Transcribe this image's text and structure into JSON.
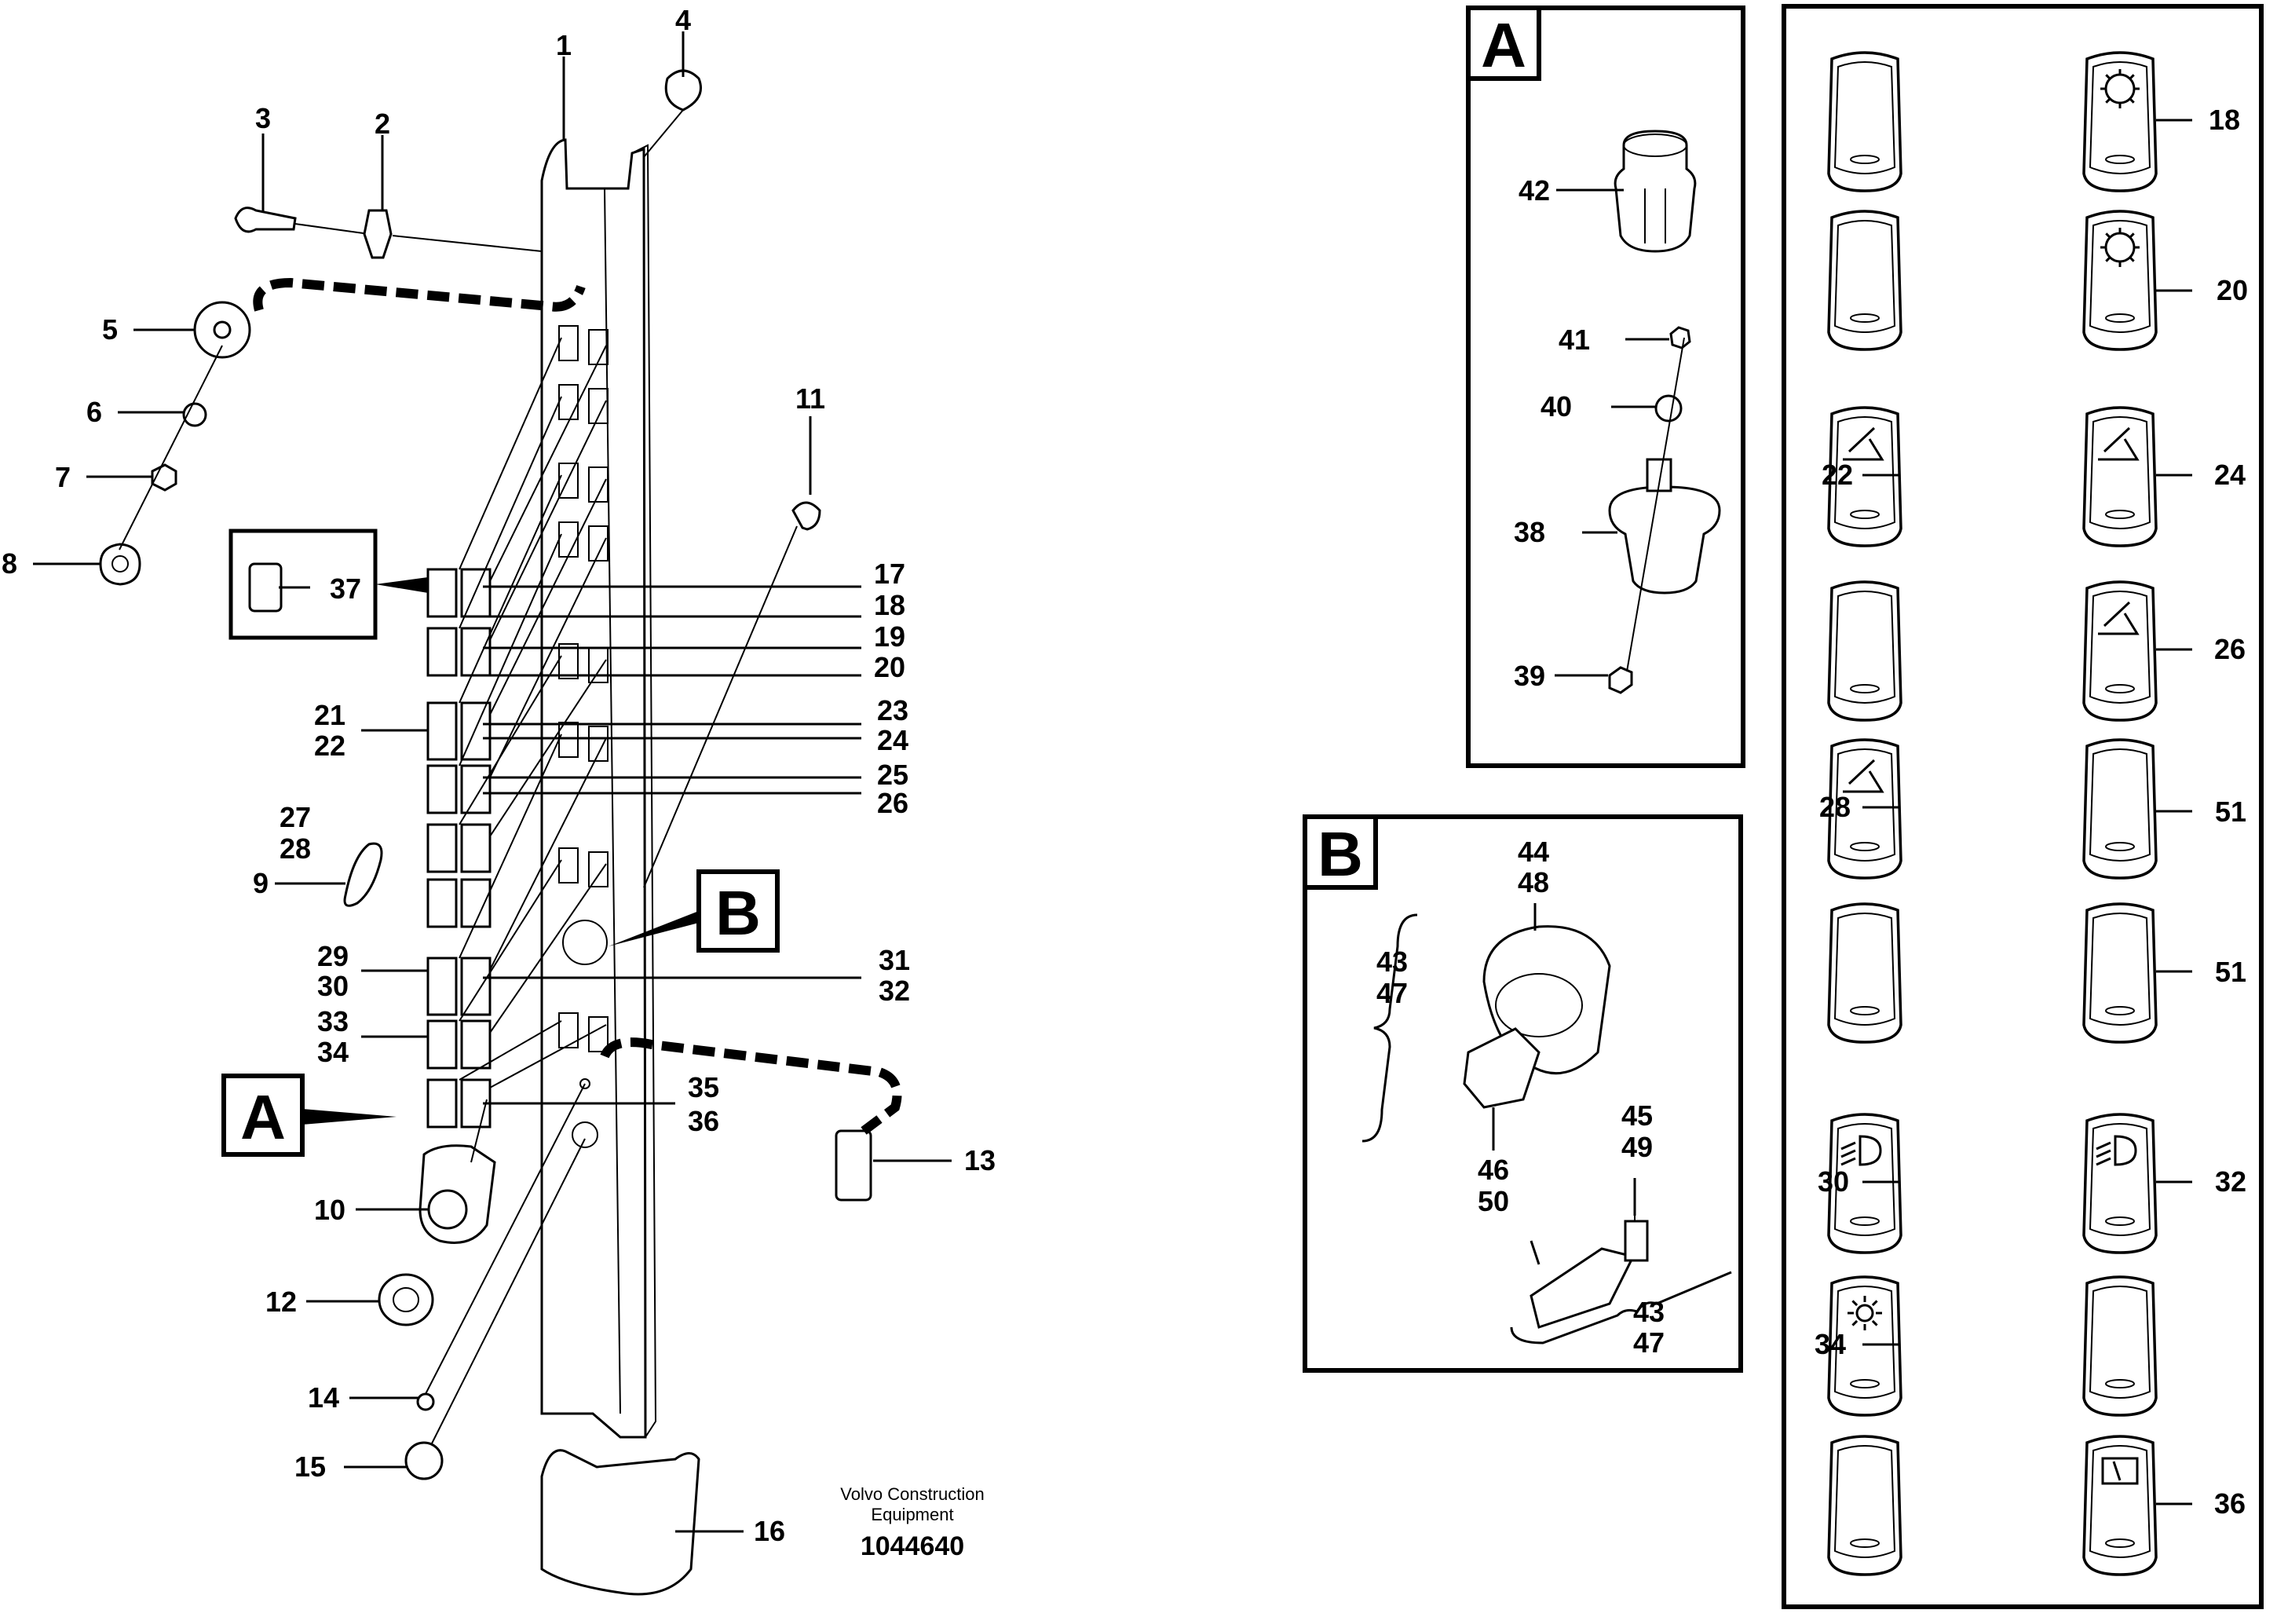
{
  "diagram": {
    "labels": [
      "1",
      "2",
      "3",
      "4",
      "5",
      "6",
      "7",
      "8",
      "9",
      "10",
      "11",
      "12",
      "13",
      "14",
      "15",
      "16",
      "17",
      "18",
      "19",
      "20",
      "21",
      "22",
      "23",
      "24",
      "25",
      "26",
      "27",
      "28",
      "29",
      "30",
      "31",
      "32",
      "33",
      "34",
      "35",
      "36",
      "37"
    ],
    "box_a": {
      "title": "A",
      "labels": [
        "42",
        "41",
        "40",
        "38",
        "39"
      ]
    },
    "box_b": {
      "title": "B",
      "labels": [
        "44",
        "48",
        "43",
        "47",
        "45",
        "49",
        "46",
        "50",
        "43",
        "47"
      ]
    },
    "switch_panel": {
      "labels": [
        "18",
        "20",
        "22",
        "24",
        "26",
        "28",
        "51",
        "51",
        "30",
        "32",
        "34",
        "36"
      ]
    },
    "callout_a": "A",
    "callout_b": "B",
    "footer": {
      "line1": "Volvo Construction",
      "line2": "Equipment",
      "number": "1044640"
    }
  }
}
